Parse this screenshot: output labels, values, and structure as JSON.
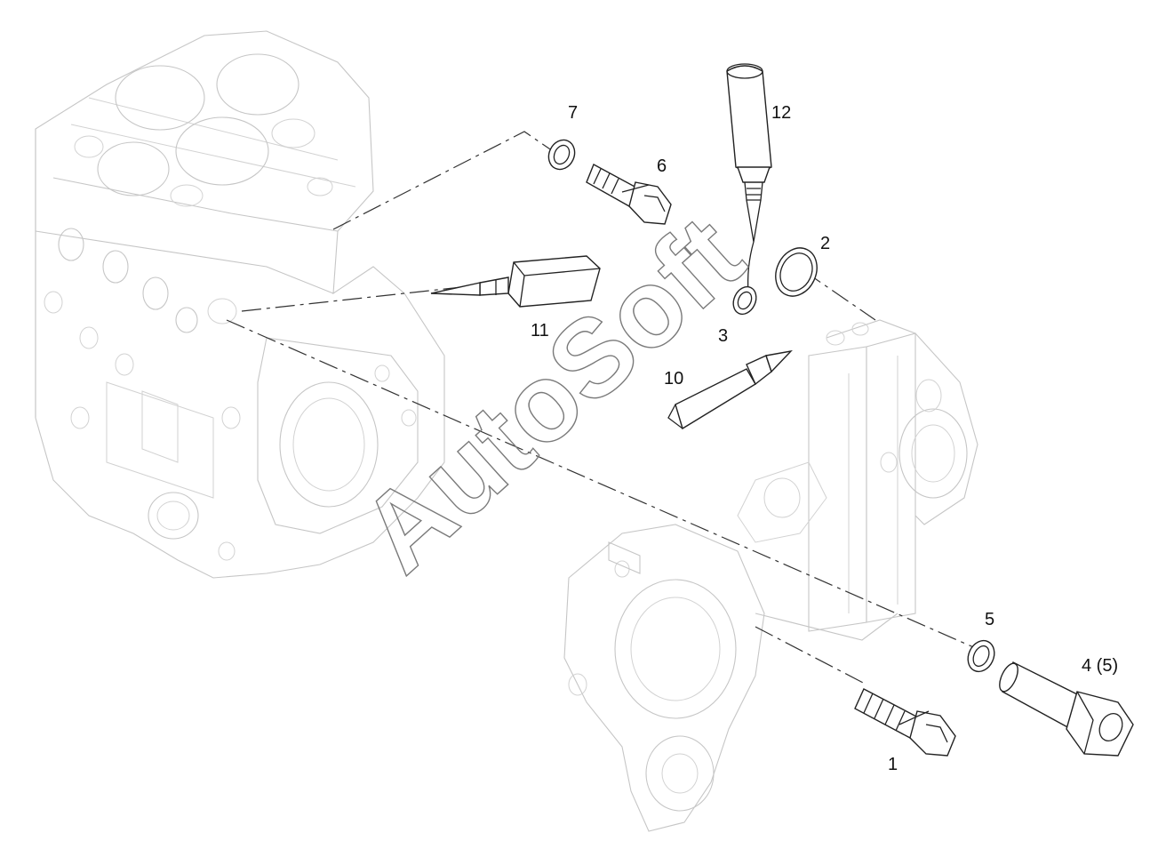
{
  "watermark": "AutoSoft",
  "callouts": [
    {
      "id": "callout-1",
      "text": "1"
    },
    {
      "id": "callout-2",
      "text": "2"
    },
    {
      "id": "callout-3",
      "text": "3"
    },
    {
      "id": "callout-4",
      "text": "4 (5)"
    },
    {
      "id": "callout-5",
      "text": "5"
    },
    {
      "id": "callout-6",
      "text": "6"
    },
    {
      "id": "callout-7",
      "text": "7"
    },
    {
      "id": "callout-10",
      "text": "10"
    },
    {
      "id": "callout-11",
      "text": "11"
    },
    {
      "id": "callout-12",
      "text": "12"
    }
  ]
}
